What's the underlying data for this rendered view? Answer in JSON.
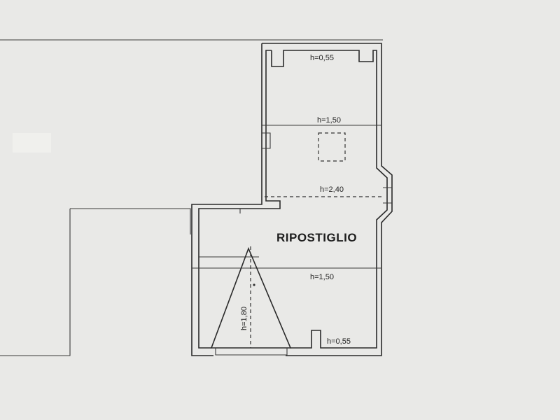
{
  "plan": {
    "room_name": "RIPOSTIGLIO",
    "heights": {
      "top": "h=0,55",
      "upper": "h=1,50",
      "middle": "h=2,40",
      "lower": "h=1,50",
      "bottom": "h=0,55",
      "stair": "h=1,80"
    },
    "colors": {
      "paper": "#e9e9e7",
      "line": "#2a2a2a"
    }
  }
}
